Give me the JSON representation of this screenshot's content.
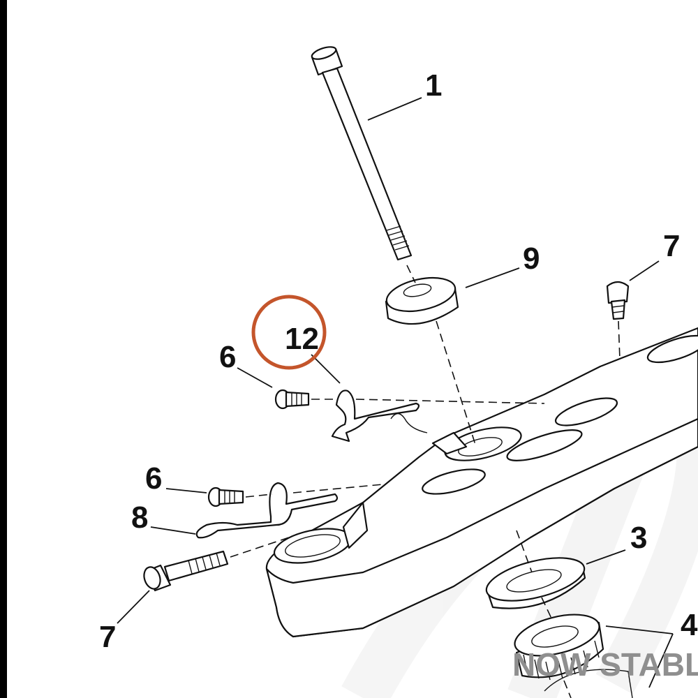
{
  "callouts": [
    {
      "id": "1",
      "label": "1"
    },
    {
      "id": "9",
      "label": "9"
    },
    {
      "id": "7a",
      "label": "7"
    },
    {
      "id": "12",
      "label": "12"
    },
    {
      "id": "6a",
      "label": "6"
    },
    {
      "id": "6b",
      "label": "6"
    },
    {
      "id": "8",
      "label": "8"
    },
    {
      "id": "7b",
      "label": "7"
    },
    {
      "id": "3",
      "label": "3"
    },
    {
      "id": "4",
      "label": "4"
    }
  ],
  "highlight": {
    "callout": "12",
    "color": "#c4552b"
  },
  "watermark": {
    "text": "NOW STABLE",
    "color": "#8f8f8f"
  }
}
